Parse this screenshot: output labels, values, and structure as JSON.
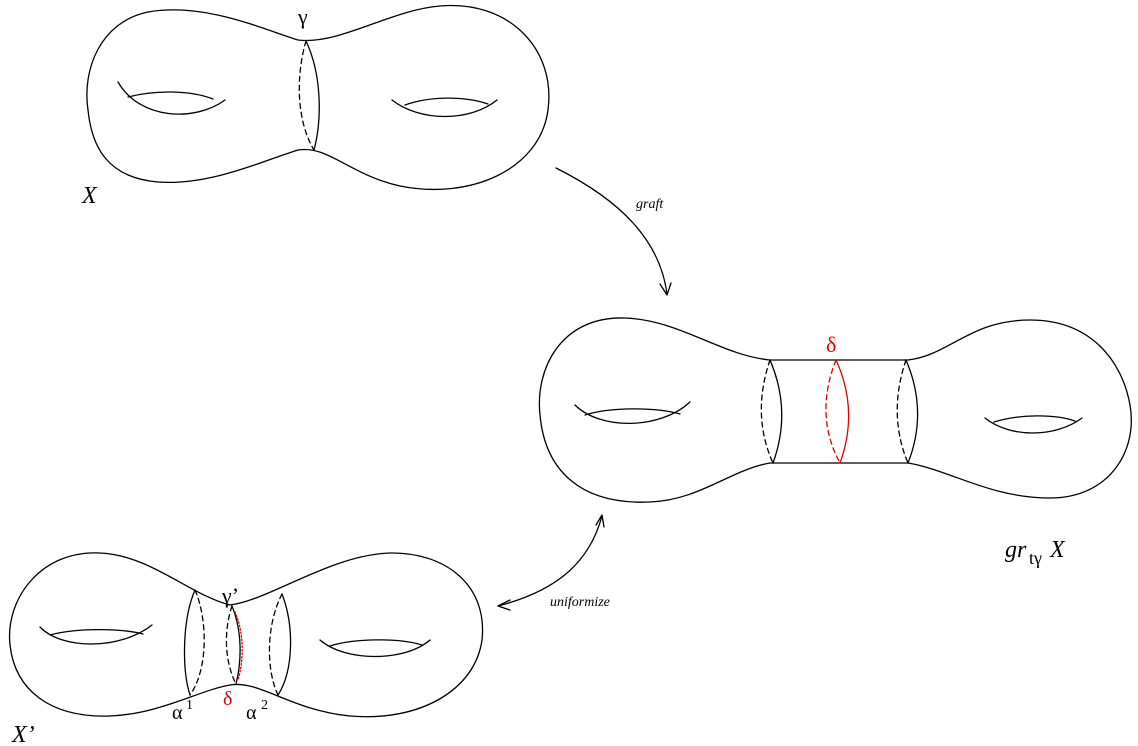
{
  "labels": {
    "X": "X",
    "gamma": "γ",
    "graft": "graft",
    "delta_top": "δ",
    "gr": "gr",
    "t_gamma": "tγ",
    "gr_X": "X",
    "uniformize": "uniformize",
    "gamma_prime": "γ’",
    "delta_bottom": "δ",
    "alpha1": "α",
    "alpha1_sup": "1",
    "alpha2": "α",
    "alpha2_sup": "2",
    "X_prime": "X’"
  },
  "colors": {
    "ink": "#000000",
    "accent": "#e00000"
  }
}
